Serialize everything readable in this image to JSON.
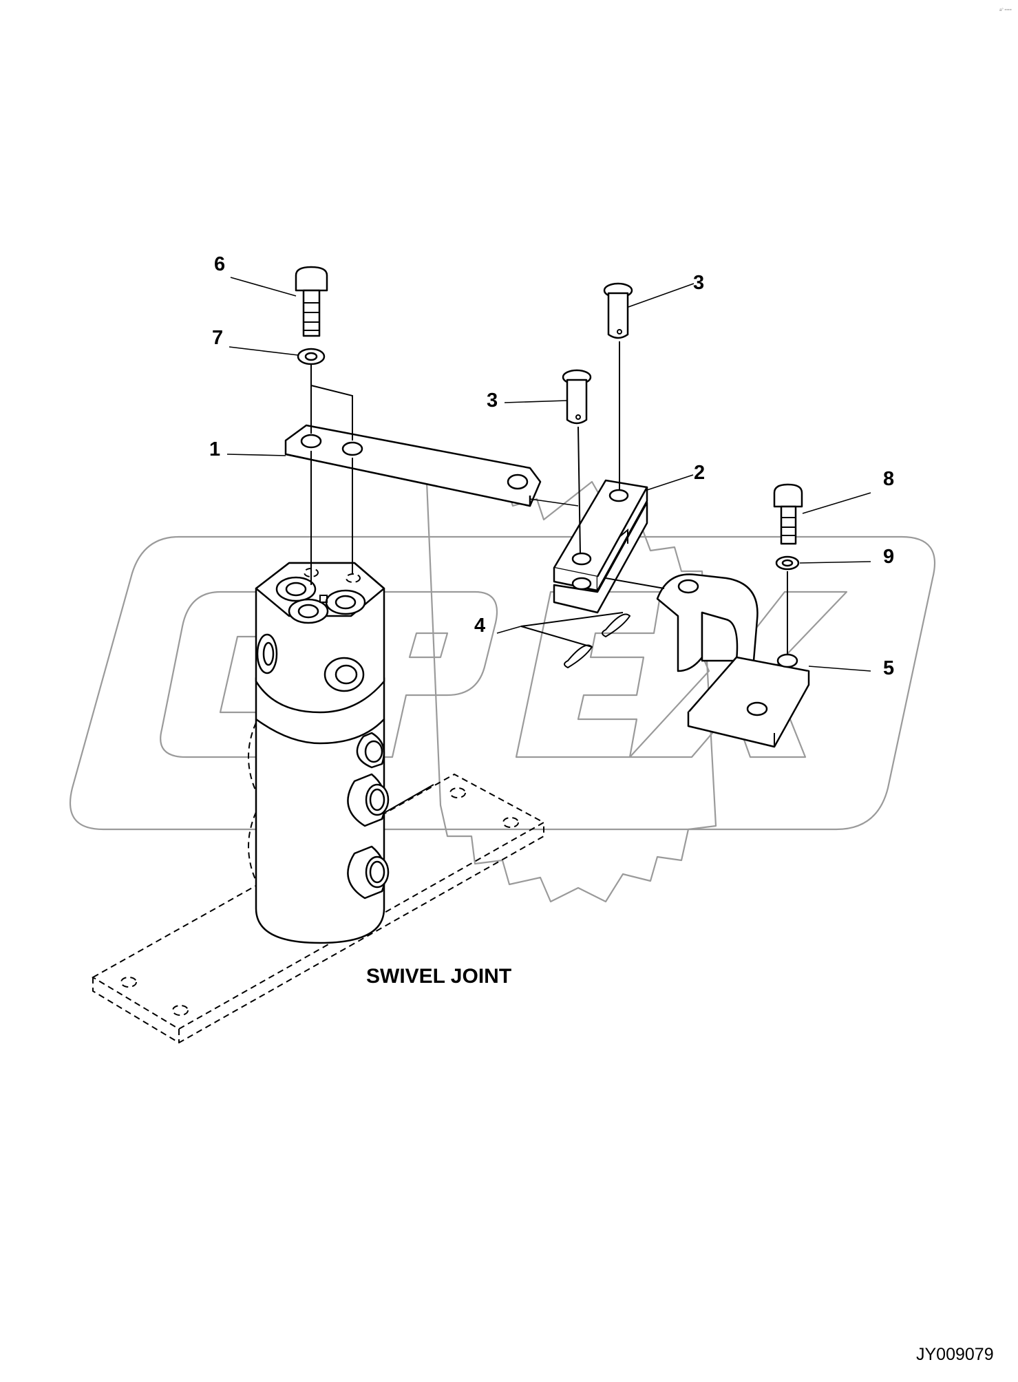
{
  "diagram": {
    "caption": "SWIVEL JOINT",
    "drawing_id": "JY009079",
    "corner_mark": "a° ===",
    "watermark_text": "OPEX",
    "callouts": [
      "6",
      "7",
      "1",
      "3",
      "3",
      "2",
      "8",
      "9",
      "4",
      "5"
    ],
    "parts": [
      "swivel-joint-body",
      "mounting-plate",
      "link-arm",
      "clevis-bracket",
      "support-bracket",
      "clevis-pin",
      "r-clip",
      "bolt",
      "washer"
    ]
  }
}
